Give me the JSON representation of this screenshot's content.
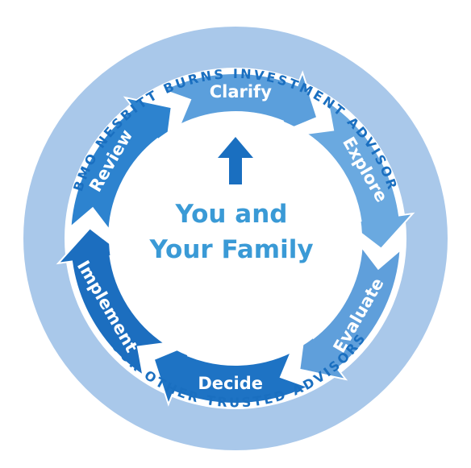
{
  "outer_ring": {
    "top_text": "BMO NESBITT BURNS INVESTMENT ADVISOR",
    "bottom_text": "YOUR OTHER TRUSTED ADVISORS"
  },
  "center": {
    "line1": "You and",
    "line2": "Your Family"
  },
  "steps": [
    {
      "label": "Clarify",
      "color": "#5b9fdc"
    },
    {
      "label": "Explore",
      "color": "#6aa9e0"
    },
    {
      "label": "Evaluate",
      "color": "#5f9fdb"
    },
    {
      "label": "Decide",
      "color": "#1e73c4"
    },
    {
      "label": "Implement",
      "color": "#1c6ebf"
    },
    {
      "label": "Review",
      "color": "#2d83cf"
    }
  ],
  "colors": {
    "outer_ring": "#a9c8ea",
    "inner_circle": "#ffffff",
    "ring_text": "#1a6fc0",
    "center_text": "#3a9ad6",
    "center_arrow": "#1a6fc0"
  },
  "icons": {
    "center_arrow": "up-arrow-icon"
  }
}
